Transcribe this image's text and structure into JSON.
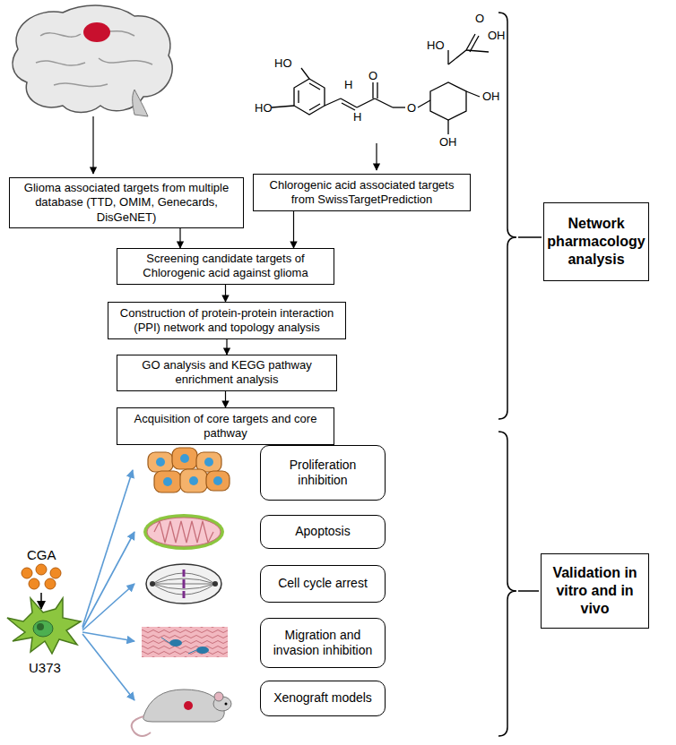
{
  "diagram": {
    "nodes": [
      {
        "text": [
          "Glioma associated targets from multiple database (TTD, OMIM, Genecards, DisGeNET)"
        ]
      },
      {
        "text": [
          "Chlorogenic acid associated targets from SwissTargetPrediction"
        ]
      },
      {
        "text": [
          "Screening candidate targets of Chlorogenic acid against glioma"
        ]
      },
      {
        "text": [
          "Construction of protein-protein interaction (PPI) network and topology analysis"
        ]
      },
      {
        "text": [
          "GO analysis and KEGG pathway enrichment analysis"
        ]
      },
      {
        "text": [
          "Acquisition of core targets and core pathway"
        ]
      },
      {
        "text": [
          "Network pharmacology analysis"
        ]
      },
      {
        "text": [
          "Proliferation inhibition"
        ]
      },
      {
        "text": [
          "Apoptosis"
        ]
      },
      {
        "text": [
          "Cell cycle arrest"
        ]
      },
      {
        "text": [
          "Migration and invasion inhibition"
        ]
      },
      {
        "text": [
          "Xenograft models"
        ]
      },
      {
        "text": [
          "Validation in vitro and in vivo"
        ]
      }
    ],
    "edges": [
      {
        "from": 0,
        "to": 2,
        "arrow": "to"
      },
      {
        "from": 1,
        "to": 2,
        "arrow": "to"
      },
      {
        "from": 2,
        "to": 3,
        "arrow": "to"
      },
      {
        "from": 3,
        "to": 4,
        "arrow": "to"
      },
      {
        "from": 4,
        "to": 5,
        "arrow": "to"
      }
    ],
    "labels": [
      "O",
      "OH",
      "HO",
      "HO",
      "HO",
      "H",
      "H",
      "O",
      "O",
      "OH",
      "OH",
      "CGA",
      "U373"
    ]
  }
}
